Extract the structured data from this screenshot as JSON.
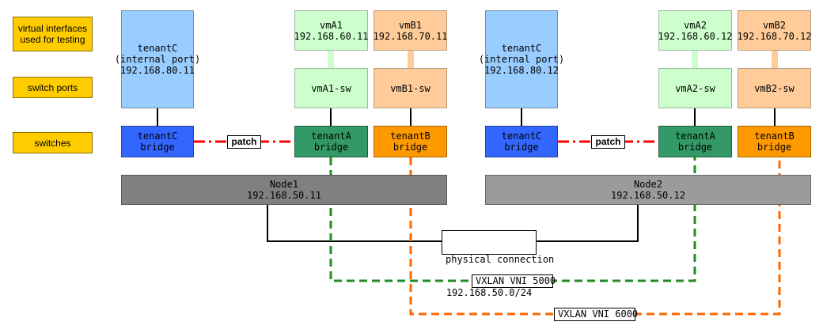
{
  "legend": {
    "virtual_interfaces": "virtual interfaces\nused for testing",
    "switch_ports": "switch ports",
    "switches": "switches"
  },
  "node1": {
    "tenantC_port": {
      "line1": "tenantC",
      "line2": "(internal port)",
      "line3": "192.168.80.11"
    },
    "vmA1": {
      "name": "vmA1",
      "ip": "192.168.60.11"
    },
    "vmB1": {
      "name": "vmB1",
      "ip": "192.168.70.11"
    },
    "vmA1_sw": "vmA1-sw",
    "vmB1_sw": "vmB1-sw",
    "tenantC_bridge": {
      "line1": "tenantC",
      "line2": "bridge"
    },
    "tenantA_bridge": {
      "line1": "tenantA",
      "line2": "bridge"
    },
    "tenantB_bridge": {
      "line1": "tenantB",
      "line2": "bridge"
    },
    "patch": "patch",
    "name": "Node1",
    "ip": "192.168.50.11"
  },
  "node2": {
    "tenantC_port": {
      "line1": "tenantC",
      "line2": "(internal port)",
      "line3": "192.168.80.12"
    },
    "vmA2": {
      "name": "vmA2",
      "ip": "192.168.60.12"
    },
    "vmB2": {
      "name": "vmB2",
      "ip": "192.168.70.12"
    },
    "vmA2_sw": "vmA2-sw",
    "vmB2_sw": "vmB2-sw",
    "tenantC_bridge": {
      "line1": "tenantC",
      "line2": "bridge"
    },
    "tenantA_bridge": {
      "line1": "tenantA",
      "line2": "bridge"
    },
    "tenantB_bridge": {
      "line1": "tenantB",
      "line2": "bridge"
    },
    "patch": "patch",
    "name": "Node2",
    "ip": "192.168.50.12"
  },
  "links": {
    "physical": {
      "line1": "physical connection",
      "line2": "192.168.50.0/24"
    },
    "vxlan_a": "VXLAN VNI 5000",
    "vxlan_b": "VXLAN VNI 6000"
  },
  "colors": {
    "legend": "#ffcc00",
    "tenantC_port": "#99ccff",
    "vmA": "#ccffcc",
    "vmB": "#ffcc99",
    "tenantC_bridge": "#3366ff",
    "tenantA_bridge": "#339966",
    "tenantB_bridge": "#ff9900",
    "node1": "#808080",
    "node2": "#9b9b9b",
    "patch_line": "#ff0000",
    "vxlan_a_line": "#228b22",
    "vxlan_b_line": "#ff6600"
  }
}
